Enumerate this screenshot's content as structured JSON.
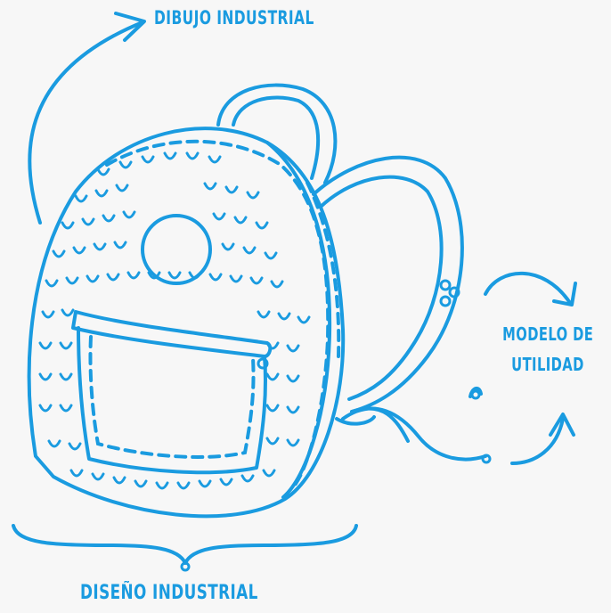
{
  "labels": {
    "dibujo": "DIBUJO INDUSTRIAL",
    "modelo_line1": "MODELO DE",
    "modelo_line2": "UTILIDAD",
    "diseno": "DISEÑO INDUSTRIAL"
  },
  "colors": {
    "ink": "#1a9be0",
    "background": "#f7f7f7"
  },
  "icons": [
    "backpack-illustration",
    "curved-arrow",
    "curly-brace"
  ]
}
